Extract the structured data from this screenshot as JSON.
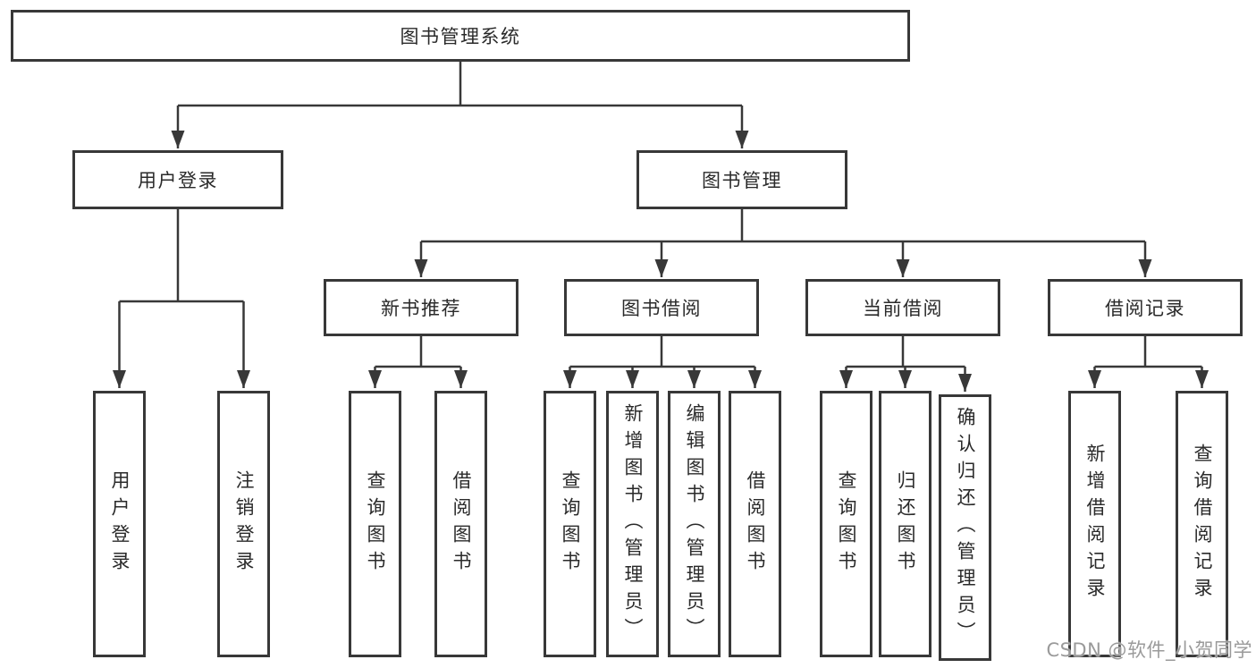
{
  "colors": {
    "background": "#ffffff",
    "line": "#383838",
    "box_border": "#383838",
    "text": "#2a2a2a",
    "watermark": "#9a9a9a"
  },
  "watermark": {
    "text": "CSDN @软件_小贺同学"
  },
  "diagram": {
    "type": "tree",
    "root": {
      "label": "图书管理系统"
    },
    "level2": [
      {
        "label": "用户登录",
        "leaves": [
          {
            "label": "用户登录"
          },
          {
            "label": "注销登录"
          }
        ]
      },
      {
        "label": "图书管理",
        "children": [
          {
            "label": "新书推荐",
            "leaves": [
              {
                "label": "查询图书"
              },
              {
                "label": "借阅图书"
              }
            ]
          },
          {
            "label": "图书借阅",
            "leaves": [
              {
                "label": "查询图书"
              },
              {
                "label": "新增图书（管理员）"
              },
              {
                "label": "编辑图书（管理员）"
              },
              {
                "label": "借阅图书"
              }
            ]
          },
          {
            "label": "当前借阅",
            "leaves": [
              {
                "label": "查询图书"
              },
              {
                "label": "归还图书"
              },
              {
                "label": "确认归还（管理员）"
              }
            ]
          },
          {
            "label": "借阅记录",
            "leaves": [
              {
                "label": "新增借阅记录"
              },
              {
                "label": "查询借阅记录"
              }
            ]
          }
        ]
      }
    ]
  }
}
